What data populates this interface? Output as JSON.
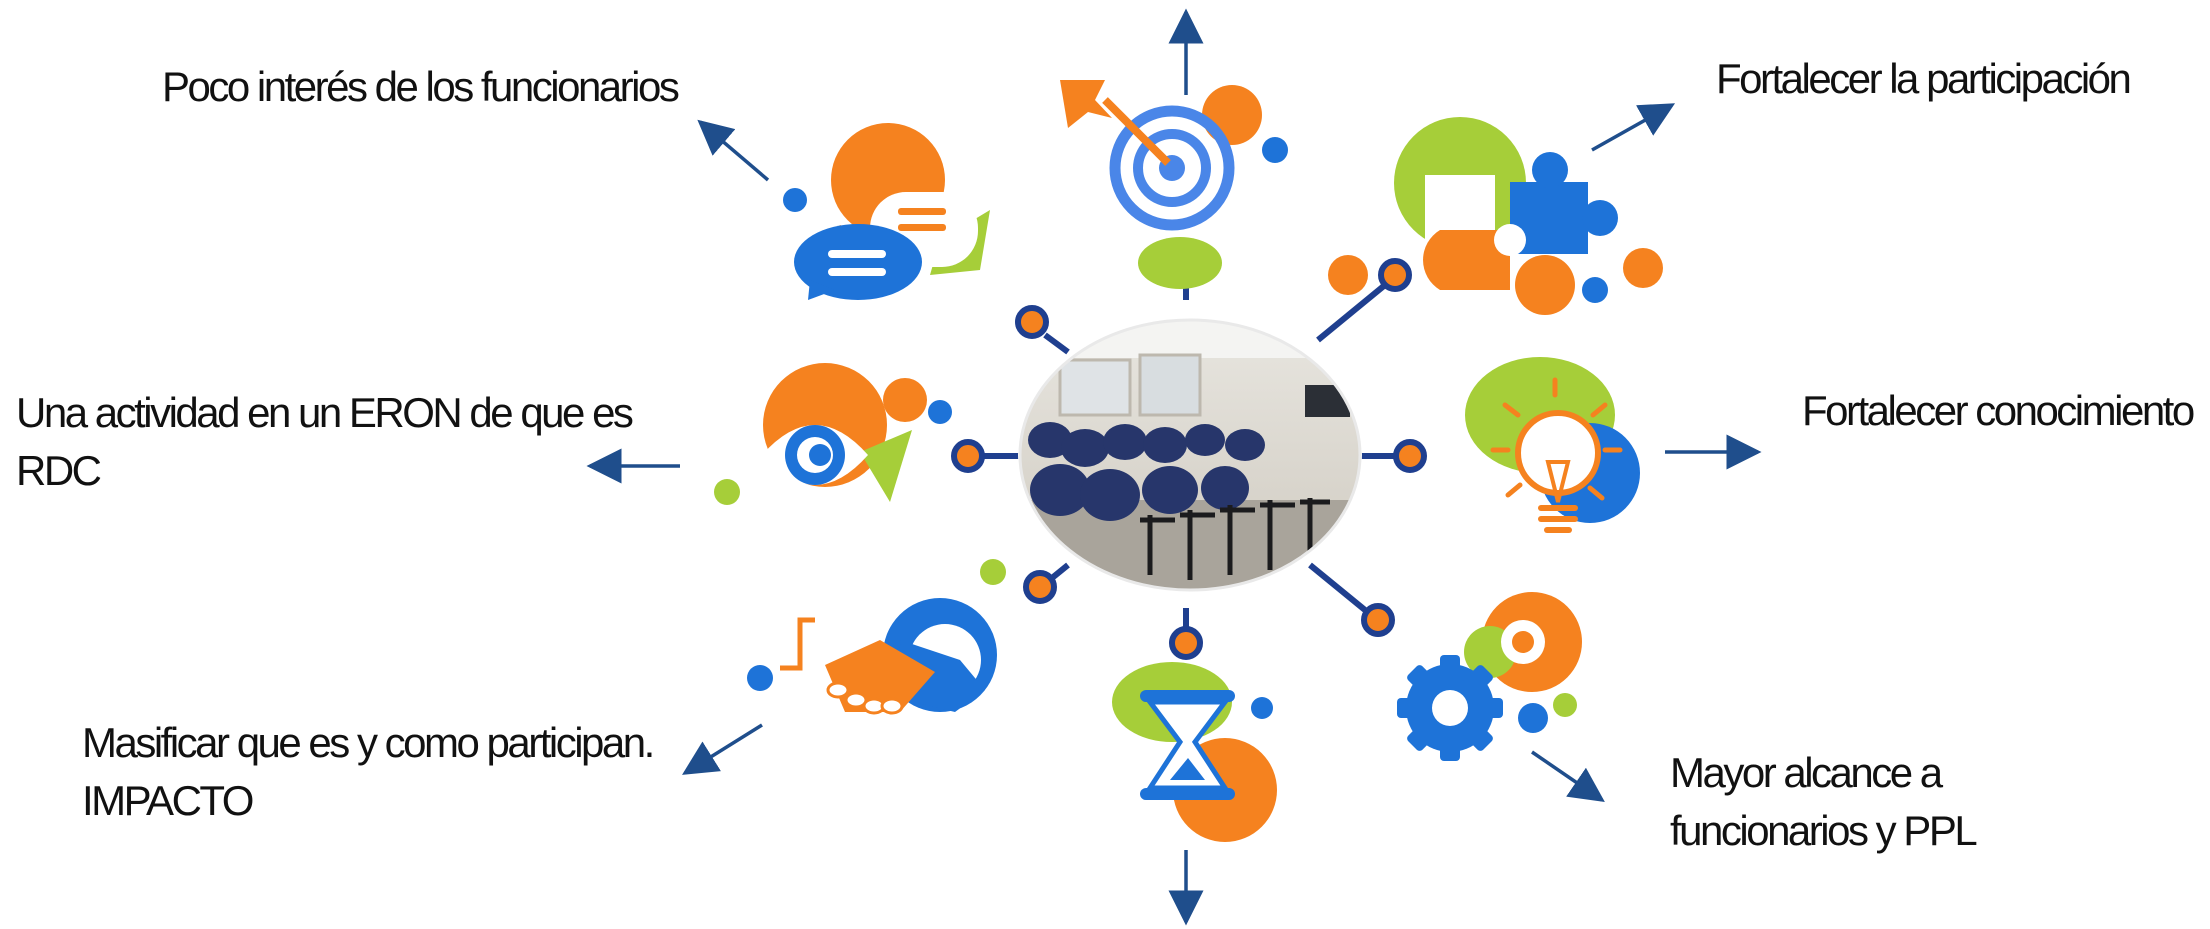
{
  "labels": {
    "top_left": "Poco interés de los funcionarios",
    "top_right": "Fortalecer la participación",
    "mid_left_line1": "Una actividad en un ERON de que es",
    "mid_left_line2": "RDC",
    "mid_right": "Fortalecer conocimiento",
    "bottom_left_line1": "Masificar que es y como participan.",
    "bottom_left_line2": "IMPACTO",
    "bottom_right_line1": "Mayor alcance a",
    "bottom_right_line2": "funcionarios y PPL"
  },
  "colors": {
    "orange": "#F5821F",
    "blue": "#1E73D8",
    "green": "#A6CE39",
    "arrow": "#1F4E8C",
    "key_dark": "#1F3F8F"
  },
  "icons": [
    "chat-bubbles-icon",
    "target-arrow-icon",
    "puzzle-icon",
    "lightbulb-icon",
    "gears-icon",
    "hourglass-icon",
    "handshake-icon",
    "eye-icon"
  ],
  "center_image": "classroom-photo"
}
